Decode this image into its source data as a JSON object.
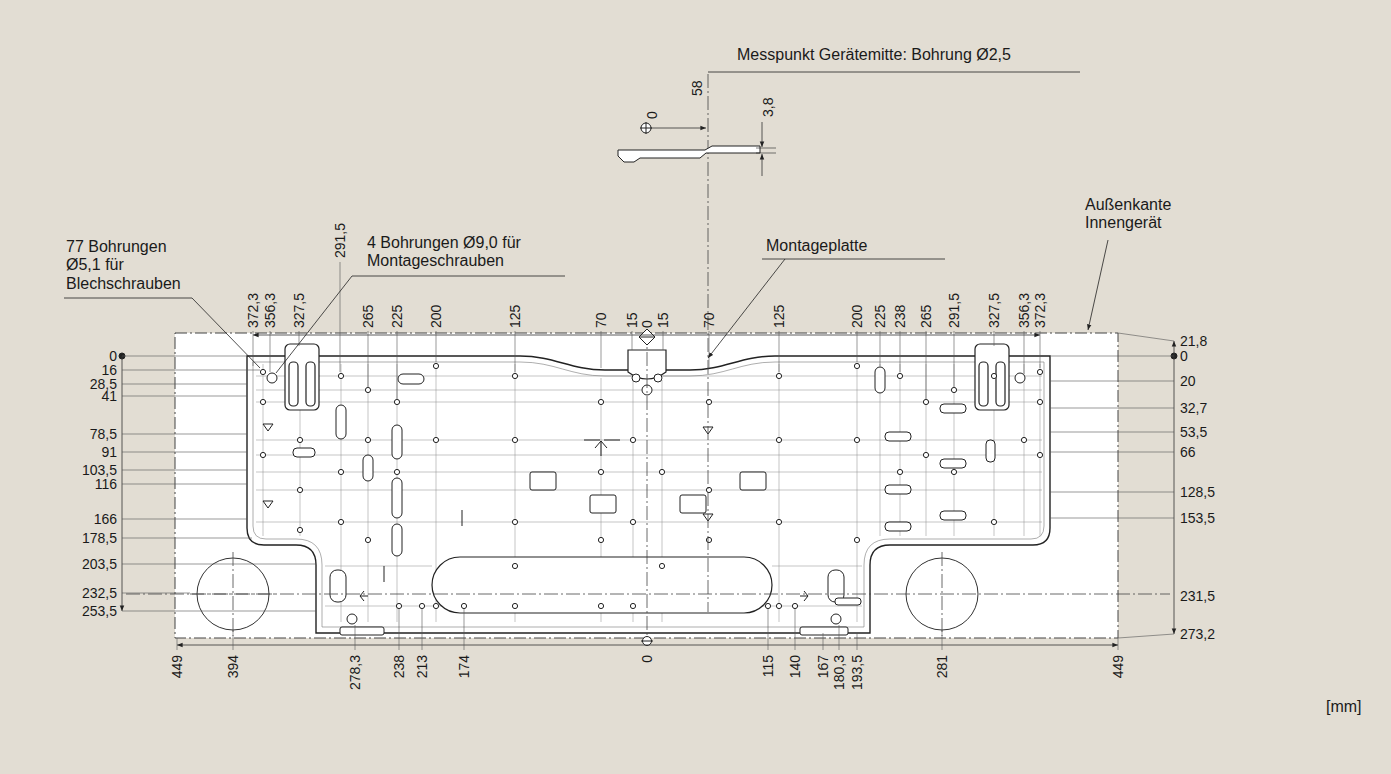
{
  "diagram": {
    "labels": [
      "Messpunkt Gerätemitte: Bohrung Ø2,5",
      "0",
      "58",
      "3,8",
      "Montageplatte",
      "Außenkante Innengerät",
      "4 Bohrungen Ø9,0 für Montageschrauben",
      "77 Bohrungen Ø5,1 für Blechschrauben",
      "372,3",
      "356,3",
      "327,5",
      "291,5",
      "265",
      "225",
      "200",
      "125",
      "70",
      "15",
      "0",
      "15",
      "70",
      "125",
      "200",
      "225",
      "238",
      "265",
      "291,5",
      "327,5",
      "356,3",
      "372,3",
      "0",
      "16",
      "28,5",
      "41",
      "78,5",
      "91",
      "103,5",
      "116",
      "166",
      "178,5",
      "203,5",
      "232,5",
      "253,5",
      "21,8",
      "0",
      "20",
      "32,7",
      "53,5",
      "66",
      "128,5",
      "153,5",
      "231,5",
      "273,2",
      "449",
      "394",
      "278,3",
      "238",
      "213",
      "174",
      "0",
      "115",
      "140",
      "167",
      "180,3",
      "193,5",
      "281",
      "449",
      "[mm]"
    ]
  }
}
